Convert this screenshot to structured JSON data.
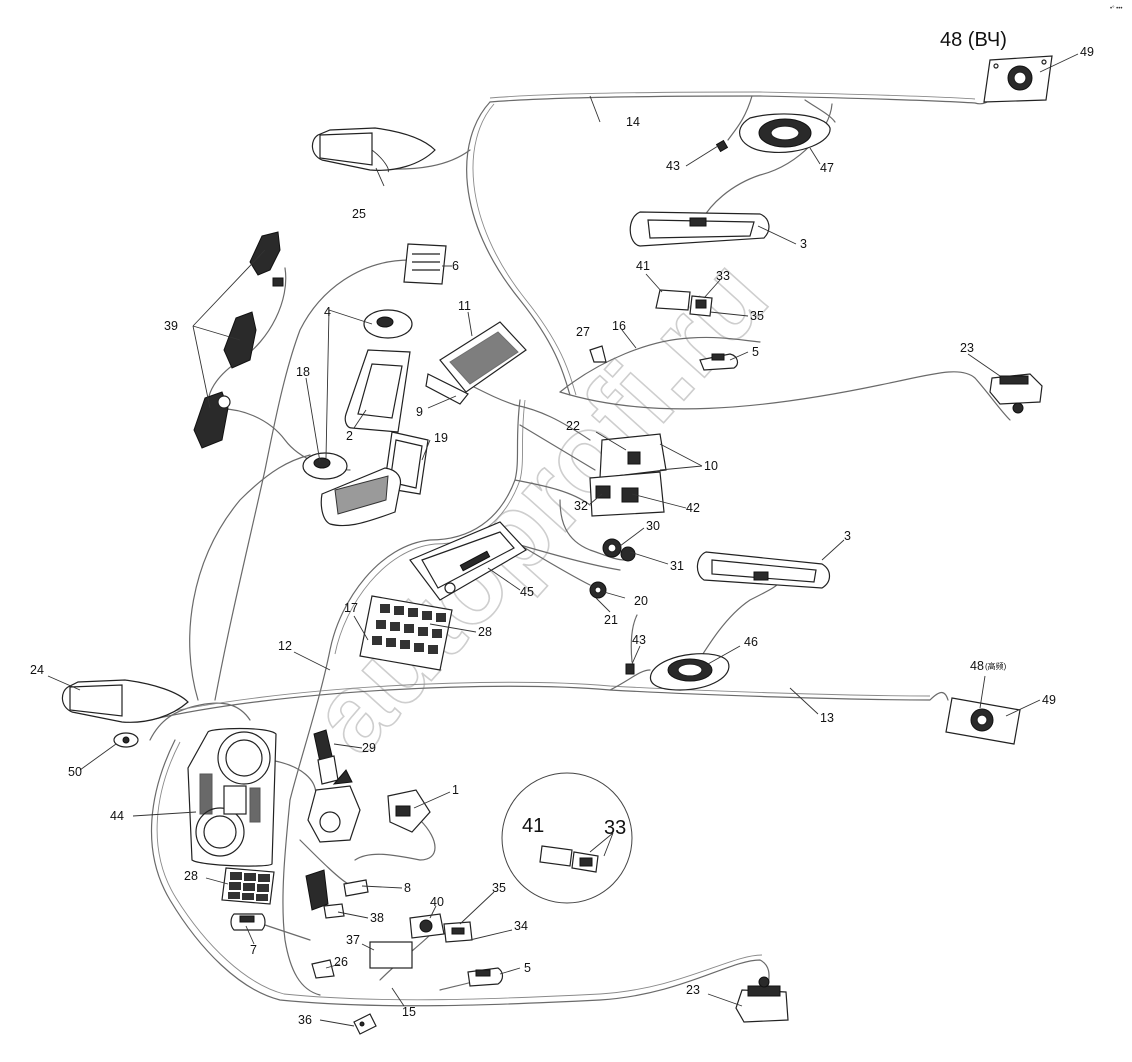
{
  "watermark": "autoprofi.ru",
  "corner_mark": "•° •••",
  "callouts": {
    "n1": "1",
    "n2": "2",
    "n3a": "3",
    "n3b": "3",
    "n4": "4",
    "n5a": "5",
    "n5b": "5",
    "n6": "6",
    "n7": "7",
    "n8": "8",
    "n9": "9",
    "n10": "10",
    "n11": "11",
    "n12": "12",
    "n13": "13",
    "n14": "14",
    "n15": "15",
    "n16": "16",
    "n17": "17",
    "n18": "18",
    "n19": "19",
    "n20": "20",
    "n21": "21",
    "n22": "22",
    "n23a": "23",
    "n23b": "23",
    "n24": "24",
    "n25": "25",
    "n26": "26",
    "n27": "27",
    "n28a": "28",
    "n28b": "28",
    "n29": "29",
    "n30": "30",
    "n31": "31",
    "n32": "32",
    "n33a": "33",
    "n34": "34",
    "n35a": "35",
    "n35b": "35",
    "n36": "36",
    "n37": "37",
    "n38": "38",
    "n39": "39",
    "n40": "40",
    "n41a": "41",
    "n42": "42",
    "n43a": "43",
    "n43b": "43",
    "n44": "44",
    "n45": "45",
    "n46": "46",
    "n47": "47",
    "n49a": "49",
    "n49b": "49",
    "n50": "50",
    "n48_hf": "48",
    "n48_hf_note": "(高频)",
    "n48_vch": "48 (ВЧ)",
    "inset_41": "41",
    "inset_33": "33"
  }
}
